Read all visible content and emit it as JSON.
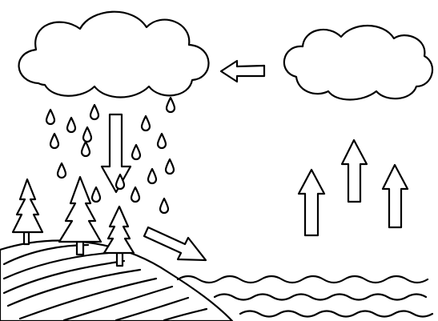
{
  "diagram": {
    "style": "black-and-white line art, no text labels",
    "colors": {
      "line": "#000000",
      "background": "#ffffff"
    },
    "elements": [
      {
        "name": "rain-cloud",
        "kind": "cloud"
      },
      {
        "name": "small-cloud",
        "kind": "cloud"
      },
      {
        "name": "arrow-toward-rain-cloud",
        "kind": "arrow",
        "direction": "left"
      },
      {
        "name": "arrow-rain-down",
        "kind": "arrow",
        "direction": "down"
      },
      {
        "name": "arrow-runoff-to-water",
        "kind": "arrow",
        "direction": "down-right"
      },
      {
        "name": "evaporation-arrows",
        "kind": "arrow",
        "direction": "up",
        "count": 3
      },
      {
        "name": "raindrops",
        "kind": "raindrop",
        "count": 17
      },
      {
        "name": "pine-trees",
        "kind": "tree",
        "count": 3
      },
      {
        "name": "hill",
        "kind": "land"
      },
      {
        "name": "water-waves",
        "kind": "water",
        "wave_rows": 3
      }
    ]
  }
}
